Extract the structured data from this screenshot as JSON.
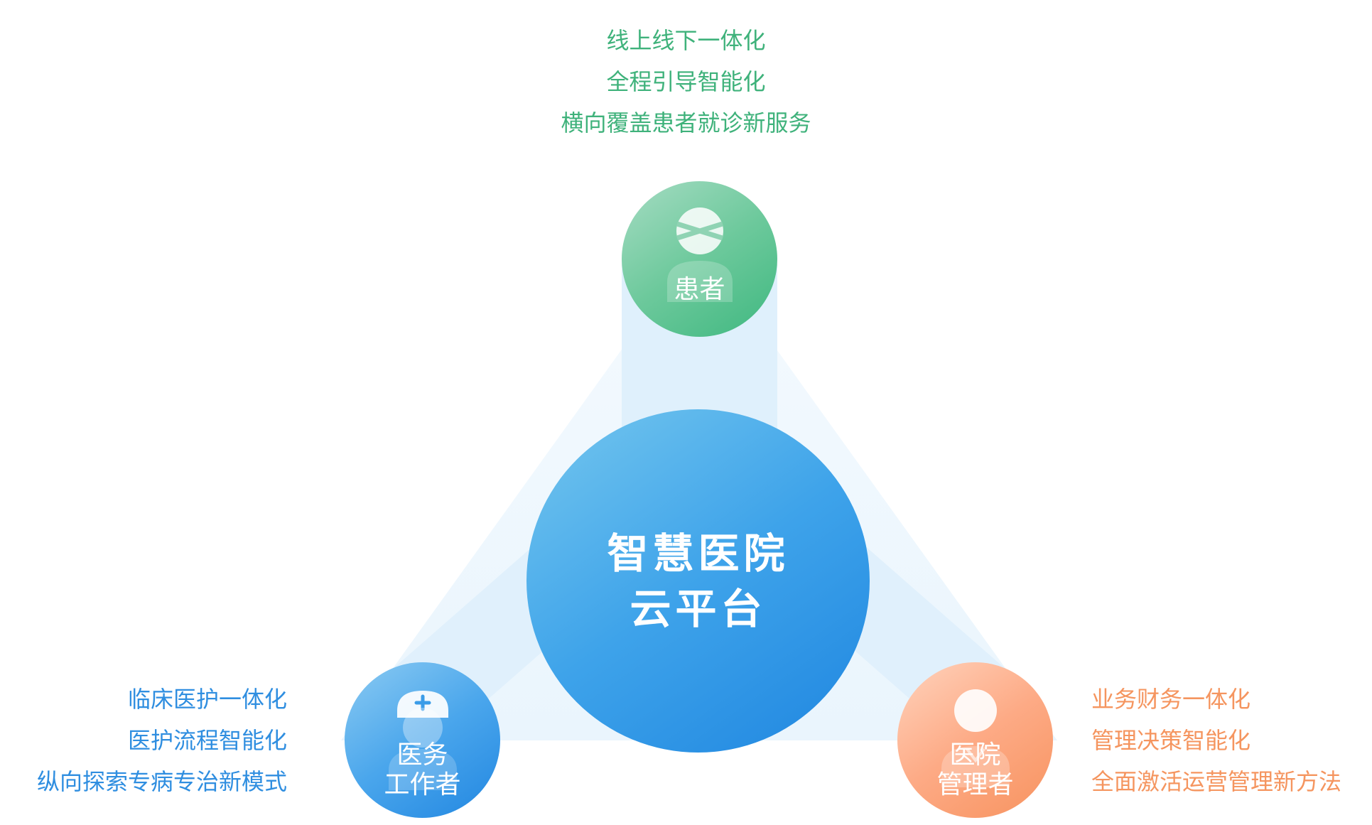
{
  "center": {
    "line1": "智慧医院",
    "line2": "云平台"
  },
  "patient": {
    "label": "患者",
    "icon": "patient-icon",
    "features": [
      "线上线下一体化",
      "全程引导智能化",
      "横向覆盖患者就诊新服务"
    ]
  },
  "medical_worker": {
    "label_line1": "医务",
    "label_line2": "工作者",
    "icon": "nurse-icon",
    "features": [
      "临床医护一体化",
      "医护流程智能化",
      "纵向探索专病专治新模式"
    ]
  },
  "hospital_manager": {
    "label_line1": "医院",
    "label_line2": "管理者",
    "icon": "manager-icon",
    "features": [
      "业务财务一体化",
      "管理决策智能化",
      "全面激活运营管理新方法"
    ]
  },
  "colors": {
    "green": "#3fb27b",
    "blue": "#2f8ee0",
    "orange": "#f5955f",
    "center": "#2f95e6"
  }
}
